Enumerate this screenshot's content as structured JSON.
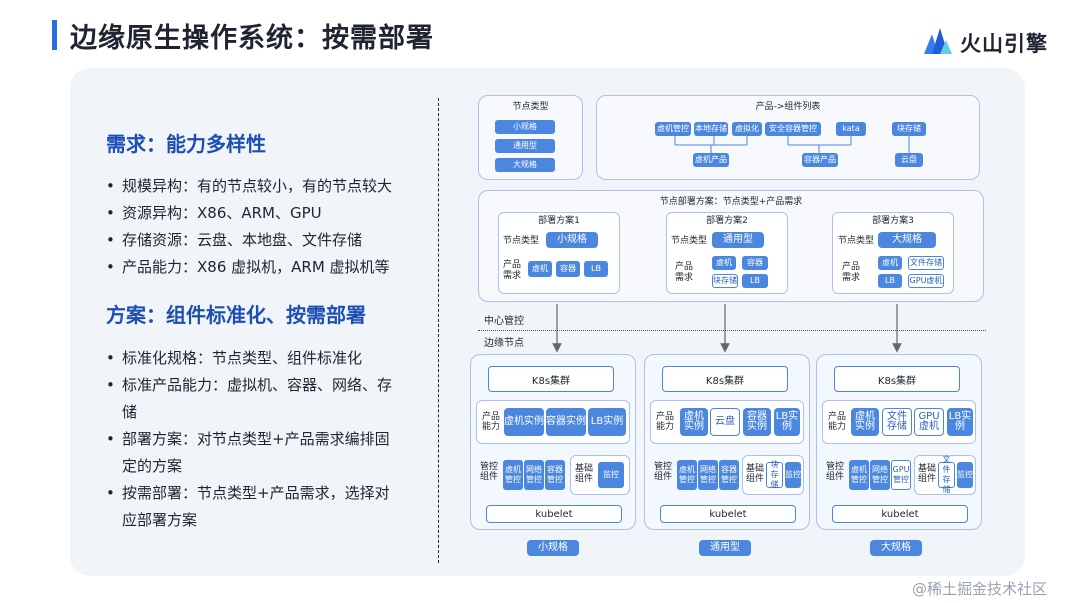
{
  "header": {
    "title": "边缘原生操作系统：按需部署",
    "logo_text": "火山引擎"
  },
  "left": {
    "need_title": "需求：能力多样性",
    "need_items": [
      "规模异构：有的节点较小，有的节点较大",
      "资源异构：X86、ARM、GPU",
      "存储资源：云盘、本地盘、文件存储",
      "产品能力：X86 虚拟机，ARM 虚拟机等"
    ],
    "plan_title": "方案：组件标准化、按需部署",
    "plan_items": [
      "标准化规格：节点类型、组件标准化",
      "标准产品能力：虚拟机、容器、网络、存储",
      "部署方案：对节点类型+产品需求编排固定的方案",
      "按需部署：节点类型+产品需求，选择对应部署方案"
    ]
  },
  "diagram": {
    "node_types": {
      "title": "节点类型",
      "items": [
        "小规格",
        "通用型",
        "大规格"
      ]
    },
    "product_list": {
      "title": "产品->组件列表",
      "components": [
        "虚机管控",
        "本地存储",
        "虚拟化",
        "安全容器管控",
        "kata",
        "块存储"
      ],
      "products": [
        "虚机产品",
        "容器产品",
        "云盘"
      ]
    },
    "deploy": {
      "title": "节点部署方案：节点类型+产品需求",
      "node_type_label": "节点类型",
      "product_need_label": "产品需求",
      "plans": [
        {
          "title": "部署方案1",
          "node_type": "小规格",
          "needs": [
            "虚机",
            "容器",
            "LB"
          ]
        },
        {
          "title": "部署方案2",
          "node_type": "通用型",
          "needs": [
            "虚机",
            "容器",
            "块存储",
            "LB"
          ]
        },
        {
          "title": "部署方案3",
          "node_type": "大规格",
          "needs": [
            "虚机",
            "文件存储",
            "LB",
            "GPU虚机"
          ]
        }
      ]
    },
    "center_label": "中心管控",
    "edge_label": "边缘节点",
    "clusters": [
      {
        "k8s": "K8s集群",
        "cap_label": "产品能力",
        "caps": [
          "虚机实例",
          "容器实例",
          "LB实例"
        ],
        "mgmt_label": "管控组件",
        "mgmt": [
          "虚机管控",
          "网络管控",
          "容器管控"
        ],
        "base_label": "基础组件",
        "base": [
          "监控"
        ],
        "kubelet": "kubelet",
        "type": "小规格"
      },
      {
        "k8s": "K8s集群",
        "cap_label": "产品能力",
        "caps": [
          "虚机实例",
          "云盘",
          "容器实例",
          "LB实例"
        ],
        "mgmt_label": "管控组件",
        "mgmt": [
          "虚机管控",
          "网络管控",
          "容器管控"
        ],
        "base_label": "基础组件",
        "base": [
          "块存储",
          "监控"
        ],
        "kubelet": "kubelet",
        "type": "通用型"
      },
      {
        "k8s": "K8s集群",
        "cap_label": "产品能力",
        "caps": [
          "虚机实例",
          "文件存储",
          "GPU虚机",
          "LB实例"
        ],
        "mgmt_label": "管控组件",
        "mgmt": [
          "虚机管控",
          "网络管控",
          "GPU管控"
        ],
        "base_label": "基础组件",
        "base": [
          "文件存储",
          "监控"
        ],
        "kubelet": "kubelet",
        "type": "大规格"
      }
    ]
  },
  "watermark": "@稀土掘金技术社区",
  "colors": {
    "accent": "#2d6be4",
    "chip": "#4b86df",
    "heading": "#1c4fb5"
  }
}
